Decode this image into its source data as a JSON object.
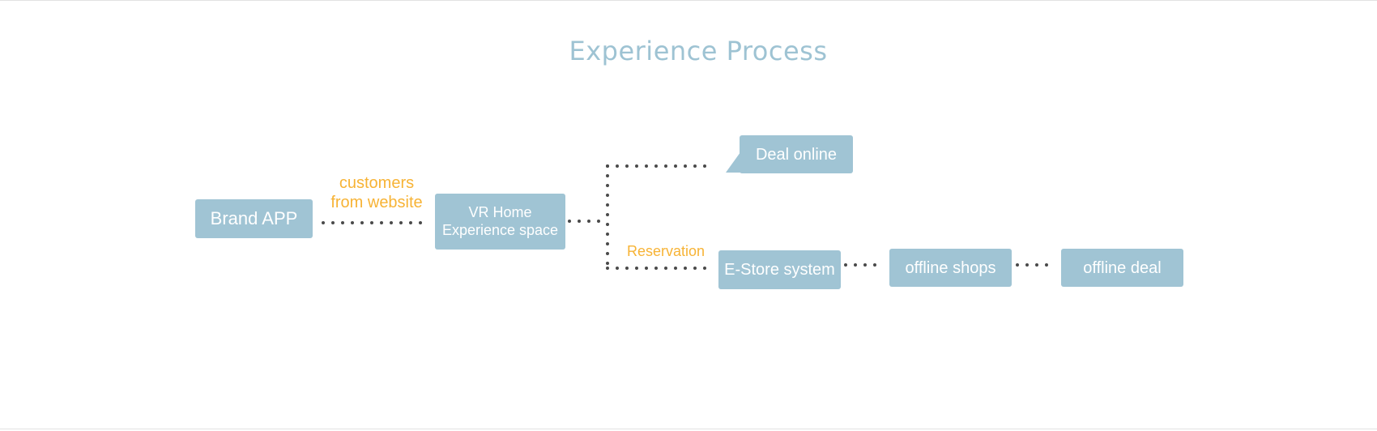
{
  "diagram": {
    "title": "Experience Process",
    "nodes": {
      "brand_app": "Brand APP",
      "vr_home": "VR Home\nExperience space",
      "deal_online": "Deal online",
      "estore": "E-Store system",
      "offline_shops": "offline shops",
      "offline_deal": "offline deal"
    },
    "edge_labels": {
      "customers": "customers\nfrom website",
      "reservation": "Reservation"
    },
    "edges": [
      {
        "from": "Brand APP",
        "to": "VR Home Experience space",
        "label": "customers from website"
      },
      {
        "from": "VR Home Experience space",
        "to": "Deal online"
      },
      {
        "from": "VR Home Experience space",
        "to": "E-Store system",
        "label": "Reservation"
      },
      {
        "from": "E-Store system",
        "to": "offline shops"
      },
      {
        "from": "offline shops",
        "to": "offline deal"
      }
    ],
    "colors": {
      "node_fill": "#a0c4d4",
      "node_text": "#ffffff",
      "title": "#9ec3d3",
      "edge_label": "#f7b335",
      "connector": "#4a4a4a"
    }
  }
}
